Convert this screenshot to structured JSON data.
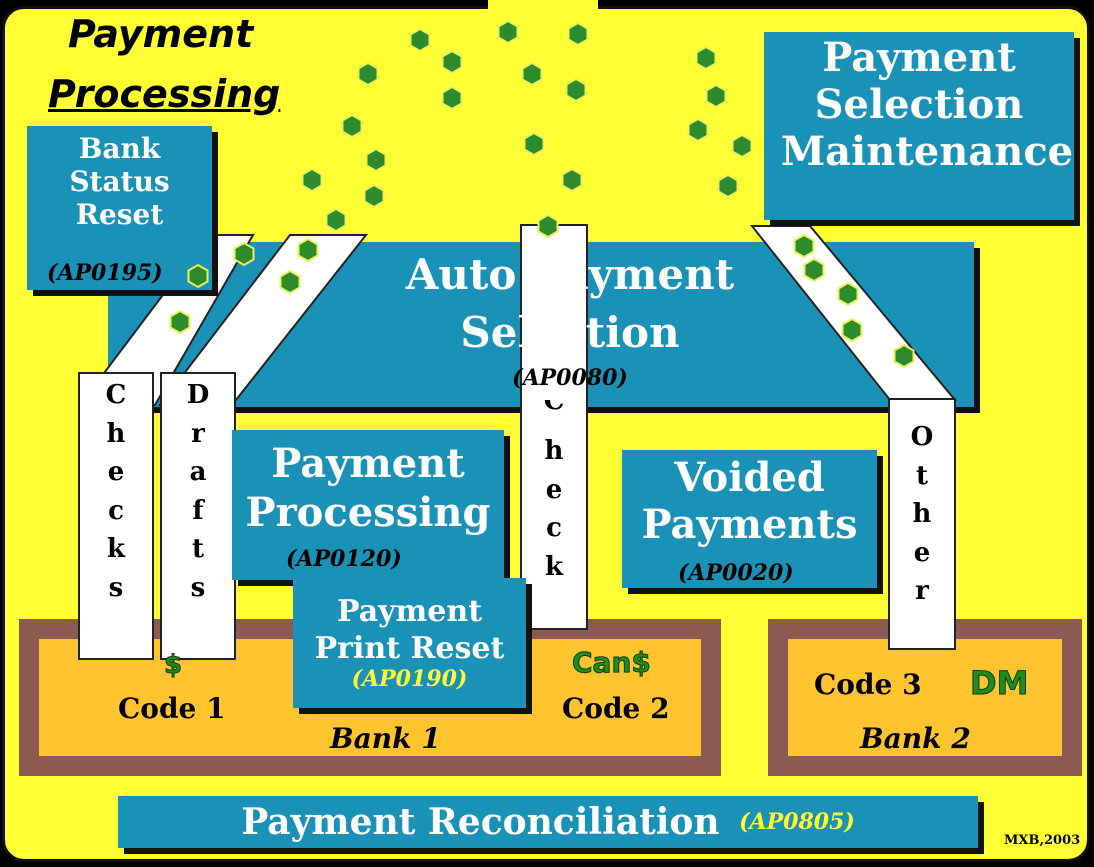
{
  "title": {
    "line1": "Payment",
    "line2": "Processing"
  },
  "bank_status": {
    "l1": "Bank",
    "l2": "Status",
    "l3": "Reset",
    "code": "(AP0195)"
  },
  "selection_maintenance": {
    "l1": "Payment",
    "l2": "Selection",
    "l3": "Maintenance"
  },
  "auto_payment": {
    "l1": "Auto Payment",
    "l2": "Selection",
    "code": "(AP0080)"
  },
  "processing_box": {
    "l1": "Payment",
    "l2": "Processing",
    "code": "(AP0120)"
  },
  "print_reset": {
    "l1": "Payment",
    "l2": "Print Reset",
    "code": "(AP0190)"
  },
  "voided": {
    "l1": "Voided",
    "l2": "Payments",
    "code": "(AP0020)"
  },
  "reconciliation": {
    "label": "Payment Reconciliation",
    "code": "(AP0805)"
  },
  "bank1": {
    "label": "Bank 1",
    "code1": "Code 1",
    "code2": "Code 2",
    "cur1": "$",
    "cur2": "Can$"
  },
  "bank2": {
    "label": "Bank 2",
    "code3": "Code 3",
    "cur3": "DM"
  },
  "columns": {
    "checks": [
      "C",
      "h",
      "e",
      "c",
      "k",
      "s"
    ],
    "drafts": [
      "D",
      "r",
      "a",
      "f",
      "t",
      "s"
    ],
    "check": [
      "C",
      "h",
      "e",
      "c",
      "k"
    ],
    "other": [
      "O",
      "t",
      "h",
      "e",
      "r"
    ]
  },
  "credit": "MXB,2003",
  "colors": {
    "background": "#ffff33",
    "box": "#1a92b8",
    "code_text": "#ffff33",
    "bank_border": "#8c5a50",
    "bank_fill": "#ffc42e",
    "coin": "#2d8a2d"
  }
}
